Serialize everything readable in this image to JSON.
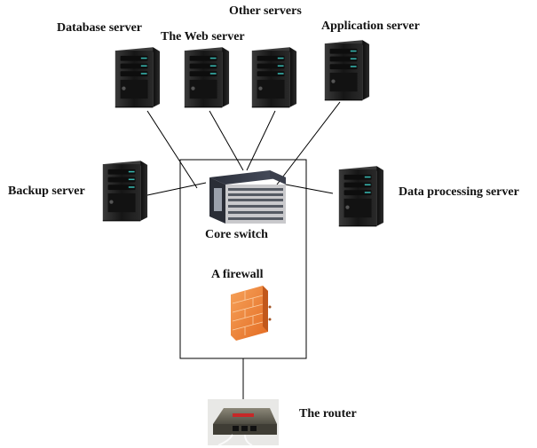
{
  "labels": {
    "database_server": "Database server",
    "web_server": "The Web server",
    "other_servers": "Other servers",
    "application_server": "Application server",
    "backup_server": "Backup server",
    "data_processing_server": "Data processing server",
    "core_switch": "Core switch",
    "firewall": "A firewall",
    "router": "The router"
  },
  "colors": {
    "server_body": "#1b1b1b",
    "server_led": "#38b7b0",
    "firewall_brick": "#f08a3c",
    "router_body": "#6e6b5c"
  }
}
